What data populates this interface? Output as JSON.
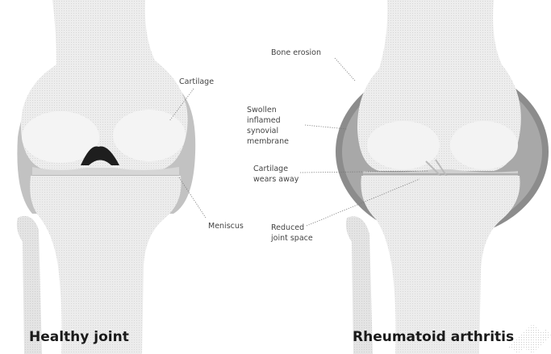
{
  "panels": {
    "healthy": {
      "caption": "Healthy joint",
      "labels": {
        "cartilage": "Cartilage",
        "meniscus": "Meniscus"
      }
    },
    "ra": {
      "caption": "Rheumatoid arthritis",
      "labels": {
        "bone_erosion": "Bone erosion",
        "synovial_1": "Swollen",
        "synovial_2": "inflamed",
        "synovial_3": "synovial",
        "synovial_4": "membrane",
        "cartilage_1": "Cartilage",
        "cartilage_2": "wears away",
        "space_1": "Reduced",
        "space_2": "joint space"
      }
    }
  },
  "colors": {
    "bone": "#ececec",
    "bone_shade": "#d8d8d8",
    "capsule_healthy": "#bdbdbd",
    "capsule_ra": "#8a8a8a",
    "joint_dark": "#222222",
    "watermark": "#d9d9d9"
  }
}
